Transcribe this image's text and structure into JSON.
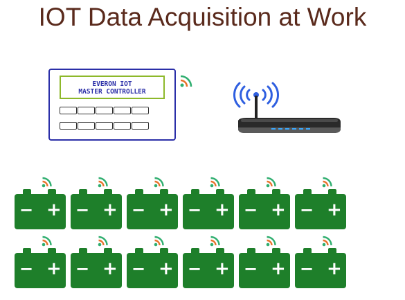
{
  "title": "IOT Data Acquisition at Work",
  "controller": {
    "line1": "EVERON IOT",
    "line2": "MASTER CONTROLLER"
  },
  "colors": {
    "title": "#5a2a1c",
    "controller_border": "#2b2fa8",
    "controller_screen_border": "#8db82a",
    "battery_green": "#1e7f2a",
    "wifi_green": "#2fae6f",
    "wifi_orange": "#e8722a",
    "router_signal": "#2f5fe0",
    "router_body": "#222222"
  },
  "battery_rows": [
    {
      "batteries": [
        "battery",
        "battery",
        "battery",
        "battery",
        "battery",
        "battery"
      ]
    },
    {
      "batteries": [
        "battery",
        "battery",
        "battery",
        "battery",
        "battery",
        "battery"
      ]
    }
  ],
  "battery_symbols": {
    "minus": "−",
    "plus": "+"
  },
  "icons": [
    "wifi-icon",
    "router-icon",
    "battery-icon"
  ]
}
